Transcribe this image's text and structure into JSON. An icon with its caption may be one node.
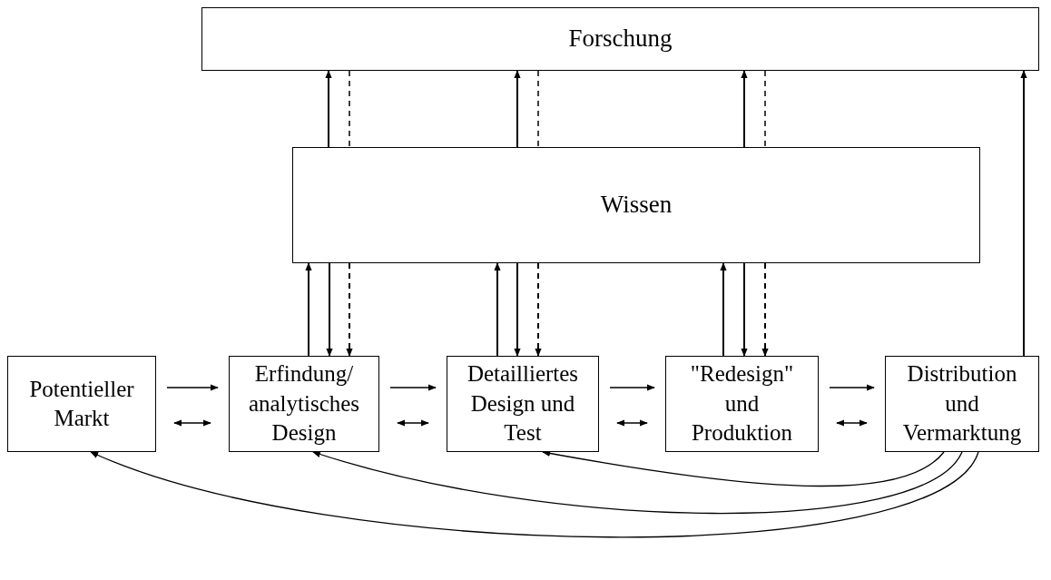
{
  "diagram": {
    "nodes": [
      {
        "text": [
          "Forschung"
        ]
      },
      {
        "text": [
          "Wissen"
        ]
      },
      {
        "text": [
          "Potentieller Markt"
        ]
      },
      {
        "text": [
          "Erfindung/ analytisches Design"
        ]
      },
      {
        "text": [
          "Detailliertes Design und Test"
        ]
      },
      {
        "text": [
          "\"Redesign\" und Produktion"
        ]
      },
      {
        "text": [
          "Distribution und Vermarktung"
        ]
      }
    ],
    "edges": [
      {
        "from": 2,
        "to": 3,
        "arrow": "to"
      },
      {
        "from": 2,
        "to": 3,
        "arrow": "both"
      },
      {
        "from": 3,
        "to": 4,
        "arrow": "to"
      },
      {
        "from": 3,
        "to": 4,
        "arrow": "both"
      },
      {
        "from": 4,
        "to": 5,
        "arrow": "to"
      },
      {
        "from": 4,
        "to": 5,
        "arrow": "both"
      },
      {
        "from": 5,
        "to": 6,
        "arrow": "to"
      },
      {
        "from": 5,
        "to": 6,
        "arrow": "both"
      },
      {
        "from": 3,
        "to": 1,
        "arrow": "to"
      },
      {
        "from": 1,
        "to": 3,
        "arrow": "to"
      },
      {
        "from": 0,
        "to": 1,
        "arrow": "none",
        "style": "dashed"
      },
      {
        "from": 4,
        "to": 1,
        "arrow": "to"
      },
      {
        "from": 1,
        "to": 4,
        "arrow": "to"
      },
      {
        "from": 0,
        "to": 1,
        "arrow": "none",
        "style": "dashed"
      },
      {
        "from": 5,
        "to": 1,
        "arrow": "to"
      },
      {
        "from": 1,
        "to": 5,
        "arrow": "to"
      },
      {
        "from": 0,
        "to": 1,
        "arrow": "none",
        "style": "dashed"
      },
      {
        "from": 1,
        "to": 0,
        "arrow": "to"
      },
      {
        "from": 1,
        "to": 0,
        "arrow": "to"
      },
      {
        "from": 1,
        "to": 0,
        "arrow": "to"
      },
      {
        "from": 6,
        "to": 0,
        "arrow": "to"
      },
      {
        "from": 6,
        "to": 4,
        "arrow": "to"
      },
      {
        "from": 6,
        "to": 3,
        "arrow": "to"
      },
      {
        "from": 6,
        "to": 2,
        "arrow": "to"
      },
      {
        "from": 1,
        "to": 3,
        "arrow": "to",
        "style": "dashed"
      },
      {
        "from": 1,
        "to": 4,
        "arrow": "to",
        "style": "dashed"
      },
      {
        "from": 1,
        "to": 5,
        "arrow": "to",
        "style": "dashed"
      }
    ]
  }
}
